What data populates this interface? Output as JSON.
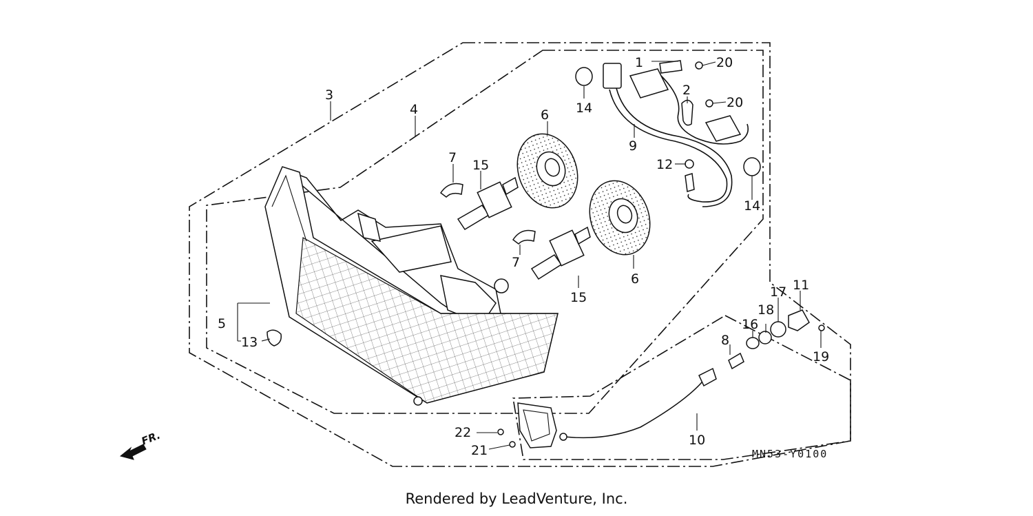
{
  "diagram": {
    "callouts": [
      "1",
      "2",
      "3",
      "4",
      "5",
      "6",
      "6",
      "7",
      "7",
      "8",
      "9",
      "10",
      "11",
      "12",
      "13",
      "14",
      "14",
      "15",
      "15",
      "16",
      "17",
      "18",
      "19",
      "20",
      "20",
      "21",
      "22"
    ],
    "part_code": "MN53-Y0100",
    "direction_label": "FR."
  },
  "footer": {
    "text": "Rendered by LeadVenture, Inc."
  }
}
